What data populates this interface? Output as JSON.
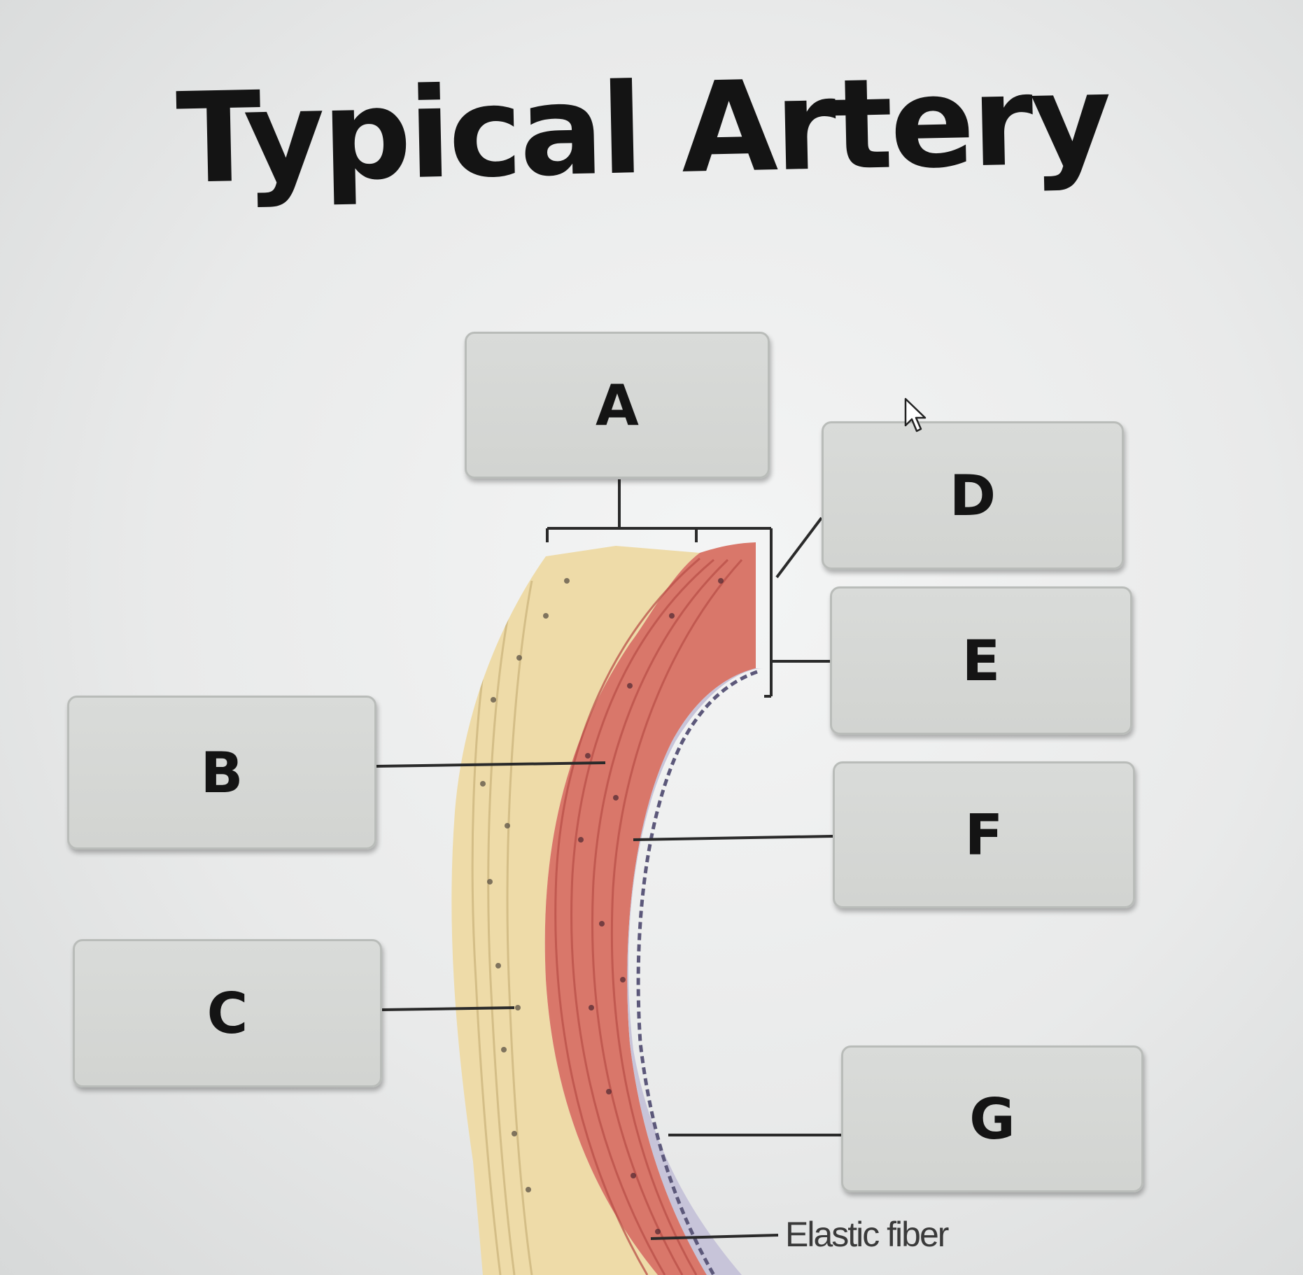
{
  "title": "Typical Artery",
  "boxes": {
    "a": "A",
    "b": "B",
    "c": "C",
    "d": "D",
    "e": "E",
    "f": "F",
    "g": "G"
  },
  "annotations": {
    "elastic_fiber": "Elastic fiber"
  },
  "colors": {
    "adventitia": "#efdcae",
    "media": "#d9756a",
    "intima": "#c9c6d8",
    "label_box": "#d4d6d3",
    "ink": "#141414"
  }
}
